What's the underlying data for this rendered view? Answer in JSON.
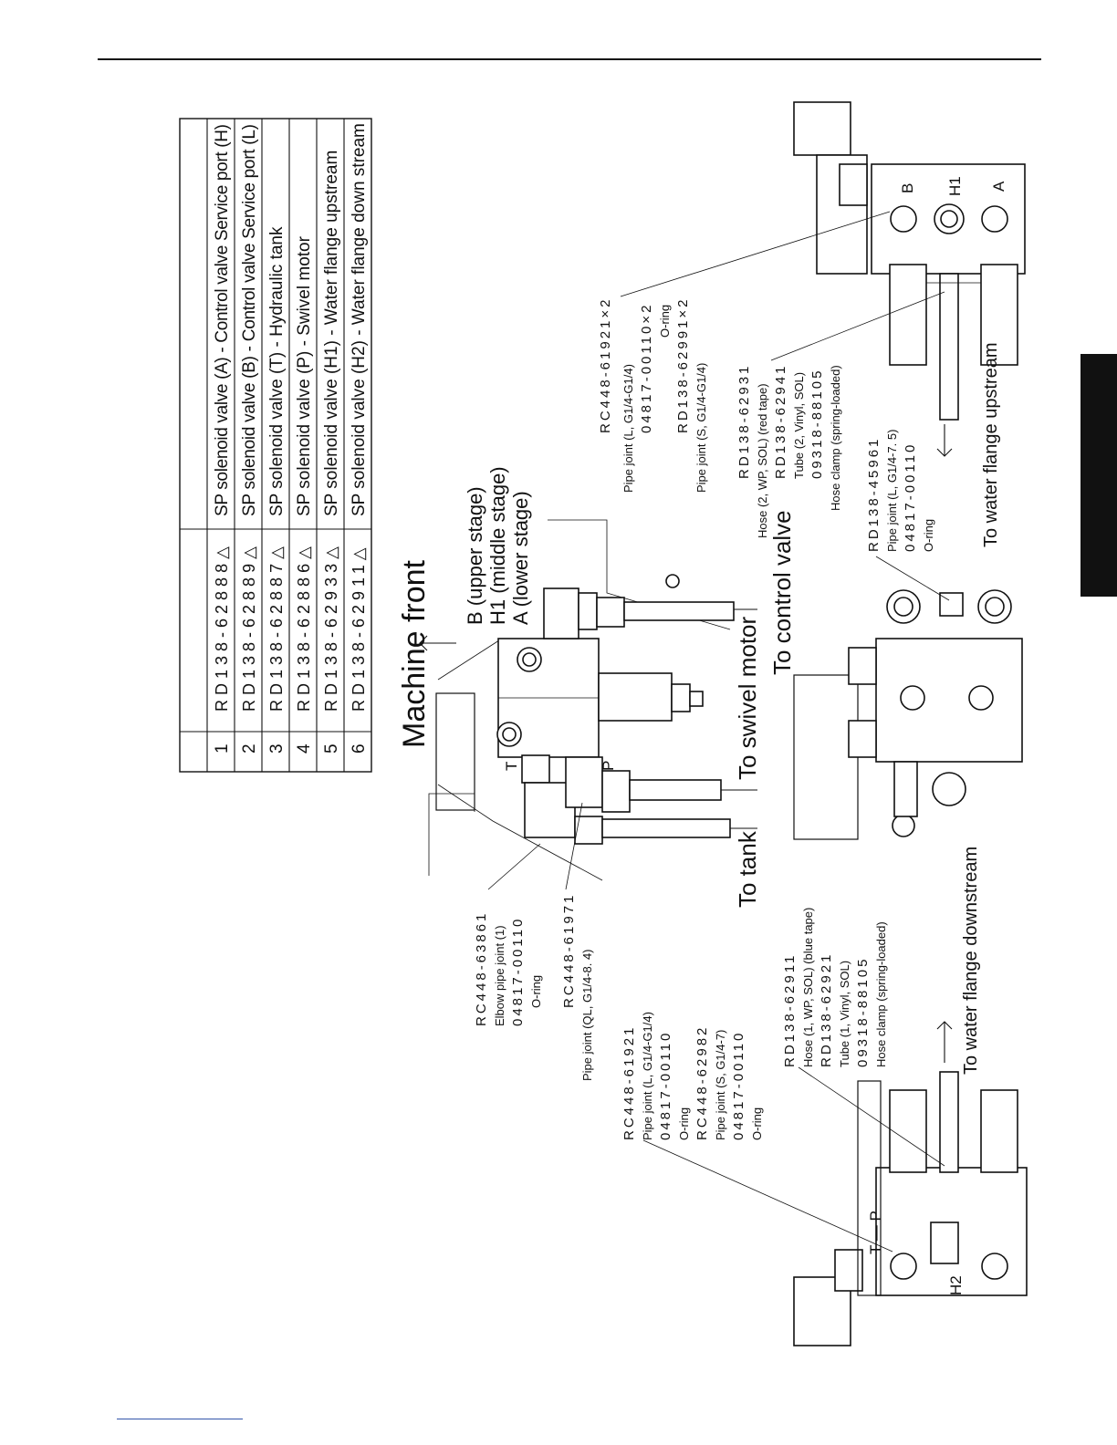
{
  "table": {
    "rows": [
      {
        "no": "1",
        "code": "RD138-62888△",
        "desc": "SP solenoid valve (A) - Control valve   Service port (H)"
      },
      {
        "no": "2",
        "code": "RD138-62889△",
        "desc": "SP solenoid valve (B) - Control valve   Service port (L)"
      },
      {
        "no": "3",
        "code": "RD138-62887△",
        "desc": "SP solenoid valve (T) - Hydraulic tank"
      },
      {
        "no": "4",
        "code": "RD138-62886△",
        "desc": "SP solenoid valve (P) - Swivel motor"
      },
      {
        "no": "5",
        "code": "RD138-62933△",
        "desc": "SP solenoid valve (H1) - Water flange upstream"
      },
      {
        "no": "6",
        "code": "RD138-62911△",
        "desc": "SP solenoid valve (H2) - Water flange down stream"
      }
    ]
  },
  "directions": {
    "machine_front": "Machine front",
    "to_tank": "To tank",
    "to_swivel_motor": "To swivel motor",
    "to_control_valve": "To control valve",
    "to_water_flange_upstream": "To water flange upstream",
    "to_water_flange_downstream": "To water flange downstream"
  },
  "stages": {
    "b": "B   (upper stage)",
    "h1": "H1  (middle stage)",
    "a": "A    (lower stage)"
  },
  "port_labels": {
    "t": "T",
    "p": "P",
    "b": "B",
    "h1": "H1",
    "a": "A",
    "h2": "H2",
    "t_p": "T — P"
  },
  "callouts": {
    "top_right_1": [
      "RC448-61921×2",
      "Pipe joint (L, G1/4-G1/4)",
      "04817-00110×2",
      "O-ring",
      "RD138-62991×2",
      "Pipe joint (S, G1/4-G1/4)"
    ],
    "top_right_2": [
      "RD138-62931",
      "Hose (2, WP, SOL) (red tape)",
      "RD138-62941",
      "Tube (2, Vinyl, SOL)",
      "09318-88105",
      "Hose clamp (spring-loaded)"
    ],
    "top_right_3": [
      "RD138-45961",
      "Pipe joint (L, G1/4-7. 5)",
      "04817-00110",
      "O-ring"
    ],
    "mid_left_1": [
      "RC448-63861",
      "Elbow pipe joint (1)",
      "04817-00110",
      "O-ring"
    ],
    "mid_left_2": [
      "RC448-61971",
      "Pipe joint (QL, G1/4-8. 4)"
    ],
    "bottom_1": [
      "RC448-61921",
      "Pipe joint (L, G1/4-G1/4)",
      "04817-00110",
      "O-ring",
      "RC448-62982",
      "Pipe joint (S, G1/4-7)",
      "04817-00110",
      "O-ring"
    ],
    "bottom_2": [
      "RD138-62911",
      "Hose (1, WP, SOL) (blue tape)",
      "RD138-62921",
      "Tube (1, Vinyl, SOL)",
      "09318-88105",
      "Hose clamp (spring-loaded)"
    ]
  }
}
